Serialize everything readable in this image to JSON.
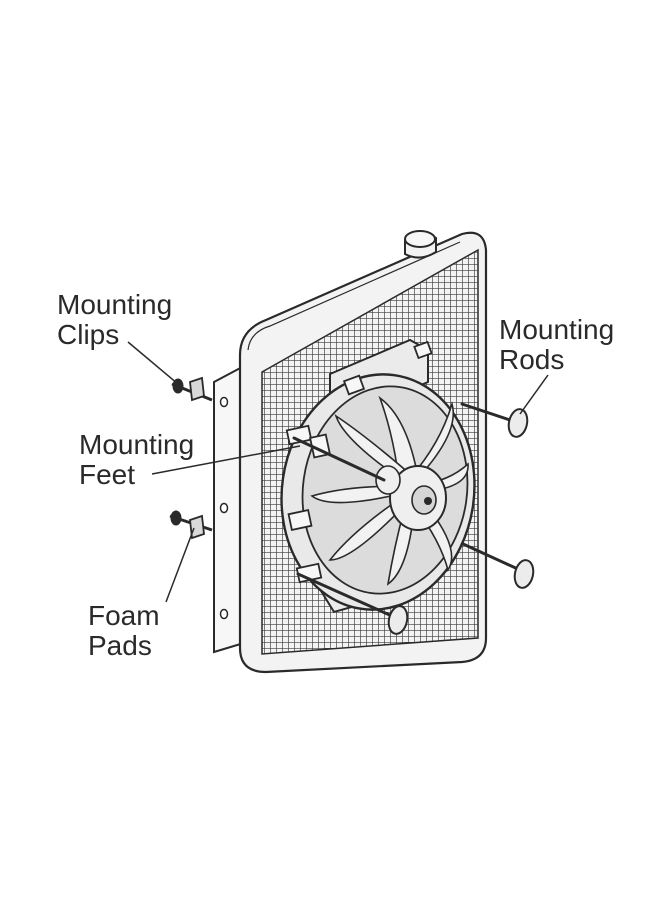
{
  "labels": {
    "mounting_clips": {
      "line1": "Mounting",
      "line2": "Clips"
    },
    "mounting_feet": {
      "line1": "Mounting",
      "line2": "Feet"
    },
    "foam_pads": {
      "line1": "Foam",
      "line2": "Pads"
    },
    "mounting_rods": {
      "line1": "Mounting",
      "line2": "Rods"
    }
  },
  "colors": {
    "outline": "#2a2a2a",
    "radiator_fill": "#f3f3f3",
    "fan_fill": "#e6e6e6",
    "grid": "#3a3a3a"
  }
}
